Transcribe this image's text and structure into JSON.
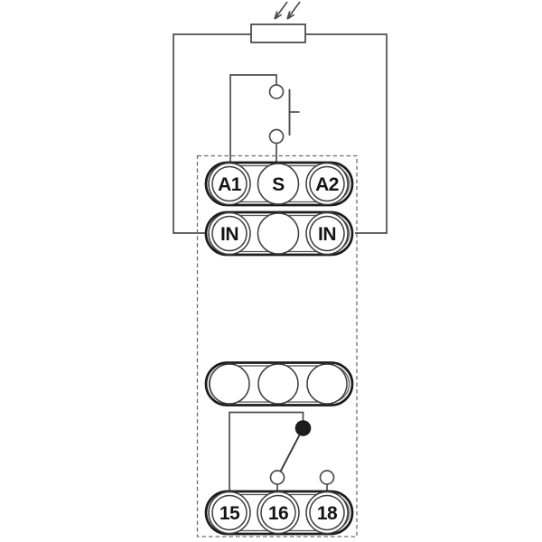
{
  "colors": {
    "background": "#ffffff",
    "wire": "#4d4d4d",
    "block_outline": "#1c1c1c",
    "label_text": "#141414",
    "dashed_border": "#6e6e6e"
  },
  "terminals": {
    "row1": [
      "A1",
      "S",
      "A2"
    ],
    "row2": [
      "IN",
      "",
      "IN"
    ],
    "row3": [
      "",
      "",
      ""
    ],
    "row4": [
      "15",
      "16",
      "18"
    ]
  },
  "symbols": {
    "light": "light-arrows-icon",
    "sensor": "photoresistor-icon",
    "button": "push-button-icon",
    "relay": "changeover-contact-icon"
  }
}
